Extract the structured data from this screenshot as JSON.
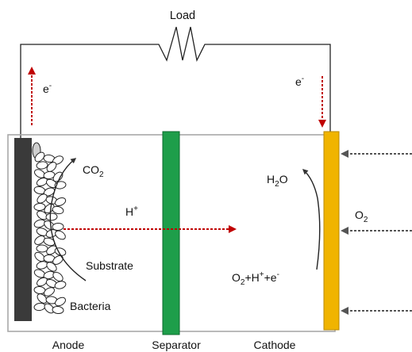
{
  "labels": {
    "load": "Load",
    "electron_left": "e",
    "electron_left_sup": "-",
    "electron_right": "e",
    "electron_right_sup": "-",
    "co2_main": "CO",
    "co2_sub": "2",
    "h_plus_main": "H",
    "h_plus_sup": "+",
    "substrate": "Substrate",
    "bacteria": "Bacteria",
    "h2o_h": "H",
    "h2o_sub": "2",
    "h2o_o": "O",
    "o2_main": "O",
    "o2_sub": "2",
    "reaction_o": "O",
    "reaction_sub": "2",
    "reaction_h": "+H",
    "reaction_sup1": "+",
    "reaction_e": "+e",
    "reaction_sup2": "-",
    "anode": "Anode",
    "separator": "Separator",
    "cathode": "Cathode"
  },
  "colors": {
    "electron_arrow": "#c00000",
    "proton_arrow": "#c00000",
    "anode_electrode": "#3a3a3a",
    "separator": "#1e9e4a",
    "separator_stroke": "#0d6b2f",
    "cathode_electrode": "#f0b400",
    "cathode_stroke": "#b98900",
    "wire": "#222222",
    "chamber_border": "#a8a8a8",
    "oxygen_arrow": "#555555",
    "process_arrow": "#222222",
    "bacteria_fill": "#ffffff",
    "bacteria_attached": "#cfcfcf"
  }
}
